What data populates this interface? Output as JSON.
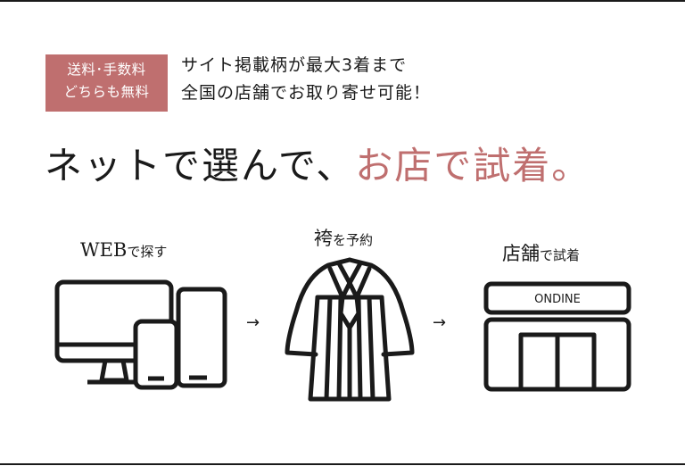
{
  "badge": {
    "line1": "送料･手数料",
    "line2": "どちらも無料"
  },
  "promo": {
    "line1": "サイト掲載柄が最大3着まで",
    "line2": "全国の店舗でお取り寄せ可能！"
  },
  "headline": {
    "main": "ネットで選んで、",
    "accent": "お店で試着。"
  },
  "steps": [
    {
      "big": "WEB",
      "small": "で探す",
      "icon": "devices-icon"
    },
    {
      "big": "袴",
      "small": "を予約",
      "icon": "hakama-icon"
    },
    {
      "big": "店舗",
      "small": "で試着",
      "icon": "store-icon"
    }
  ],
  "store_sign": "ONDINE",
  "arrow": "→",
  "colors": {
    "accent": "#bf6f6f",
    "ink": "#1a1a1a",
    "background": "#ffffff"
  }
}
